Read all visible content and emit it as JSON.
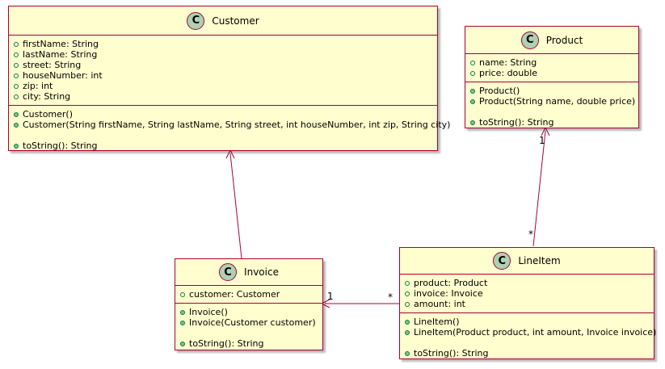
{
  "colors": {
    "class_fill": "#FEFECE",
    "class_border": "#A80036",
    "badge_fill": "#ADD1B2",
    "field_marker": "#038048",
    "method_marker": "#84BE84"
  },
  "classes": {
    "customer": {
      "badge": "C",
      "name": "Customer",
      "fields": [
        "firstName: String",
        "lastName: String",
        "street: String",
        "houseNumber: int",
        "zip: int",
        "city: String"
      ],
      "methods": [
        "Customer()",
        "Customer(String firstName, String lastName, String street, int houseNumber, int zip, String city)"
      ],
      "methods2": [
        "toString(): String"
      ]
    },
    "product": {
      "badge": "C",
      "name": "Product",
      "fields": [
        "name: String",
        "price: double"
      ],
      "methods": [
        "Product()",
        "Product(String name, double price)"
      ],
      "methods2": [
        "toString(): String"
      ]
    },
    "invoice": {
      "badge": "C",
      "name": "Invoice",
      "fields": [
        "customer: Customer"
      ],
      "methods": [
        "Invoice()",
        "Invoice(Customer customer)"
      ],
      "methods2": [
        "toString(): String"
      ]
    },
    "lineitem": {
      "badge": "C",
      "name": "LineItem",
      "fields": [
        "product: Product",
        "invoice: Invoice",
        "amount: int"
      ],
      "methods": [
        "LineItem()",
        "LineItem(Product product, int amount, Invoice invoice)"
      ],
      "methods2": [
        "toString(): String"
      ]
    }
  },
  "associations": {
    "lineitem_product": {
      "product_end": "1",
      "lineitem_end": "*"
    },
    "lineitem_invoice": {
      "invoice_end": "1",
      "lineitem_end": "*"
    }
  }
}
